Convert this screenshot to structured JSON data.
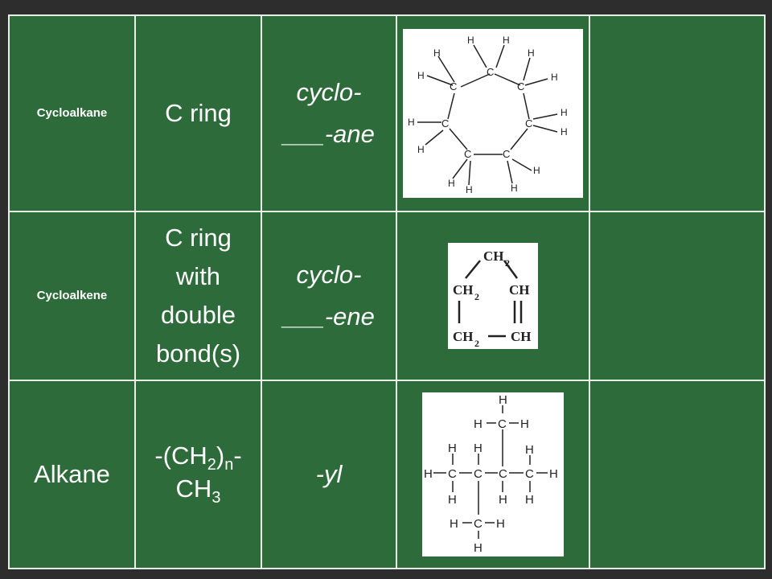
{
  "rows": [
    {
      "group": "Cycloalkane",
      "structure": "C ring",
      "prefix": "cyclo-",
      "suffix": "___-ane"
    },
    {
      "group": "Cycloalkene",
      "structure_lines": [
        "C ring",
        "with",
        "double",
        "bond(s)"
      ],
      "prefix": "cyclo-",
      "suffix": "___-ene"
    },
    {
      "group": "Alkane",
      "structure_a": "-(CH",
      "structure_sub1": "2",
      "structure_b": ")",
      "structure_sub2": "n",
      "structure_c": "-",
      "structure_d": "CH",
      "structure_sub3": "3",
      "suffix": "-yl"
    }
  ],
  "molecules": {
    "cycloheptane": {
      "atom_c": "C",
      "atom_h": "H"
    },
    "cyclopentene": {
      "ch2": "CH",
      "ch": "CH",
      "sub2": "2"
    },
    "branched": {
      "atom_c": "C",
      "atom_h": "H"
    }
  },
  "colors": {
    "cell_bg": "#2e6b3a",
    "border": "#e8eee8",
    "outer_bg": "#2d2d2d",
    "text": "#ffffff"
  }
}
